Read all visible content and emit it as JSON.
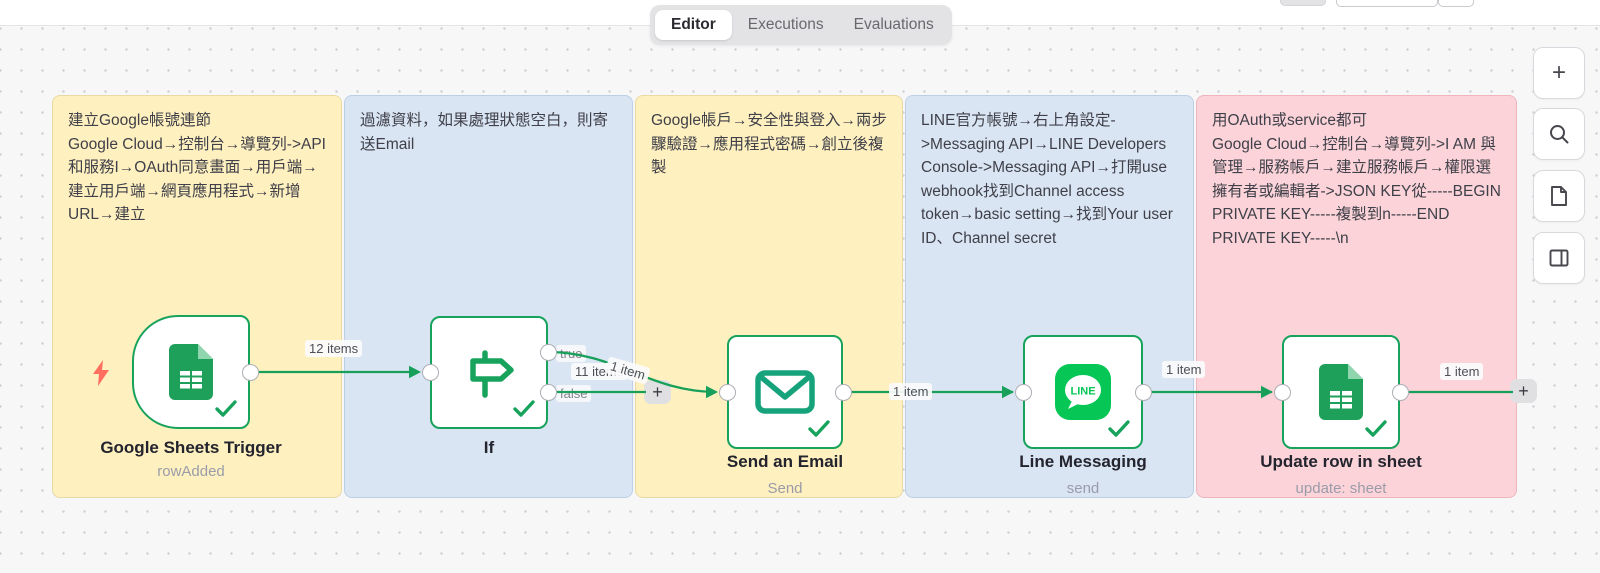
{
  "tabs": [
    {
      "label": "Editor",
      "active": true
    },
    {
      "label": "Executions",
      "active": false
    },
    {
      "label": "Evaluations",
      "active": false
    }
  ],
  "notes": [
    {
      "text": "建立Google帳號連節\nGoogle Cloud→控制台→導覽列->API和服務I→OAuth同意畫面→用戶端→建立用戶端→網頁應用程式→新增URL→建立",
      "color": "yellow"
    },
    {
      "text": "過濾資料，如果處理狀態空白，則寄送Email",
      "color": "blue"
    },
    {
      "text": "Google帳戶→安全性與登入→兩步驟驗證→應用程式密碼→創立後複製",
      "color": "yellow"
    },
    {
      "text": "LINE官方帳號→右上角設定->Messaging API→LINE Developers Console->Messaging API→打開use webhook找到Channel access token→basic setting→找到Your user ID、Channel secret",
      "color": "blue"
    },
    {
      "text": "用OAuth或service都可\nGoogle Cloud→控制台→導覽列->I AM 與管理→服務帳戶→建立服務帳戶→權限選擁有者或編輯者->JSON KEY從-----BEGIN PRIVATE KEY-----複製到n-----END PRIVATE KEY-----\\n",
      "color": "pink"
    }
  ],
  "nodes": [
    {
      "title": "Google Sheets Trigger",
      "subtitle": "rowAdded"
    },
    {
      "title": "If",
      "subtitle": ""
    },
    {
      "title": "Send an Email",
      "subtitle": "Send"
    },
    {
      "title": "Line Messaging",
      "subtitle": "send"
    },
    {
      "title": "Update row in sheet",
      "subtitle": "update: sheet"
    }
  ],
  "edge_labels": {
    "trigger_to_if": "12 items",
    "if_true": "true",
    "if_false": "false",
    "false_items": "11 items",
    "true_items": "1 item",
    "email_to_line": "1 item",
    "line_to_update": "1 item",
    "update_out": "1 item"
  },
  "icons": {
    "line_badge": "LINE"
  },
  "toolbar": {
    "plus": "+"
  },
  "colors": {
    "edge_green": "#18a05b",
    "node_border_green": "#18a35c",
    "note_yellow": "#fff0bf",
    "note_blue": "#dae5f3",
    "note_pink": "#fbd3d9",
    "sheets_green": "#1fa05a",
    "line_green": "#06c755",
    "email_teal": "#16a37c",
    "bolt_coral": "#ff6e5f"
  }
}
